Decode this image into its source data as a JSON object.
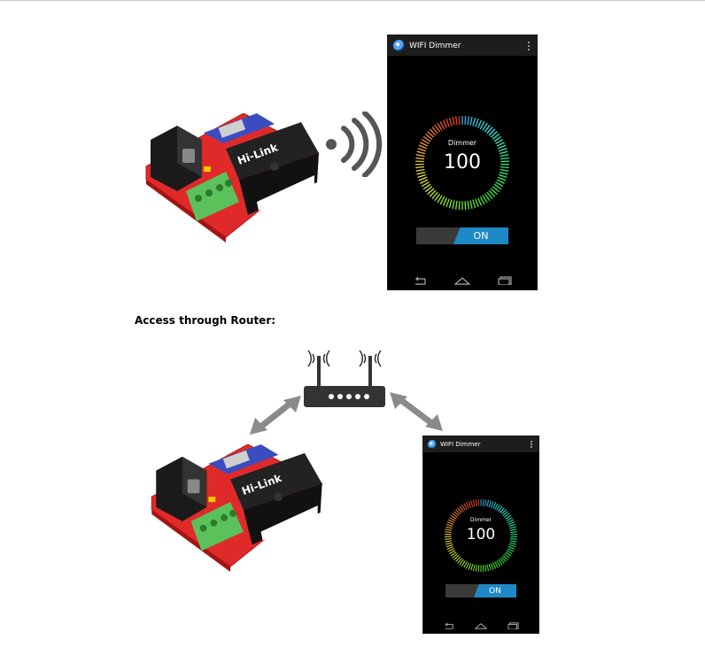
{
  "section_heading": "Access through Router:",
  "phone": {
    "app_title": "WIFI Dimmer",
    "gauge_label": "Dimmer",
    "gauge_value": "100",
    "toggle_label": "ON"
  },
  "board": {
    "module_brand": "Hi-Link"
  },
  "icons": {
    "wifi_waves": "wifi-signal-icon",
    "router": "router-icon",
    "arrows": "double-arrow-icon",
    "back": "back-icon",
    "home": "home-icon",
    "recents": "recents-icon",
    "overflow": "overflow-menu-icon"
  },
  "colors": {
    "board_red": "#e02a2a",
    "terminal_green": "#5bc25b",
    "heatsink": "#1a1a1a",
    "toggle_blue": "#1f89c6",
    "arrow_gray": "#8a8a8a"
  }
}
